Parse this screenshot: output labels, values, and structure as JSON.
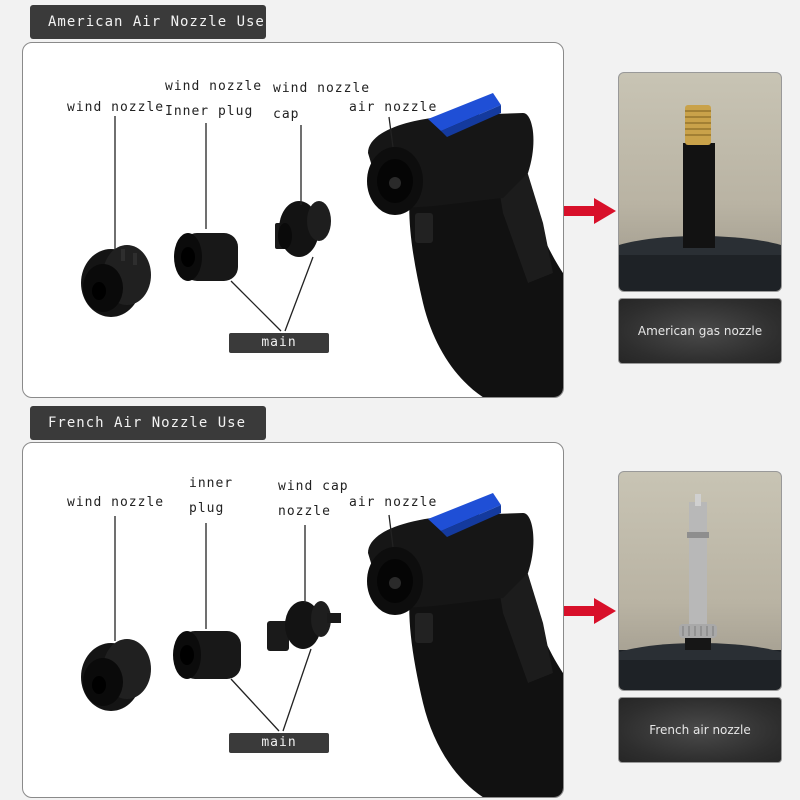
{
  "section_american": {
    "title": "American Air Nozzle Use",
    "labels": {
      "wind_nozzle": "wind nozzle",
      "inner_plug_1": "wind nozzle",
      "inner_plug_2": "Inner plug",
      "cap_1": "wind nozzle",
      "cap_2": "cap",
      "air_nozzle": "air nozzle",
      "main": "main"
    },
    "caption": "American gas nozzle"
  },
  "section_french": {
    "title": "French Air Nozzle Use",
    "labels": {
      "wind_nozzle": "wind nozzle",
      "inner_plug_1": "inner",
      "inner_plug_2": "plug",
      "cap_1": "wind cap",
      "cap_2": "nozzle",
      "air_nozzle": "air nozzle",
      "main": "main"
    },
    "caption": "French air nozzle"
  },
  "colors": {
    "tab_bg": "#3a3a3a",
    "pump_body": "#141414",
    "pump_trigger": "#1f4fd6",
    "arrow": "#d8102a",
    "valve_brass": "#c9a24a",
    "valve_silver": "#b8b8b8"
  }
}
